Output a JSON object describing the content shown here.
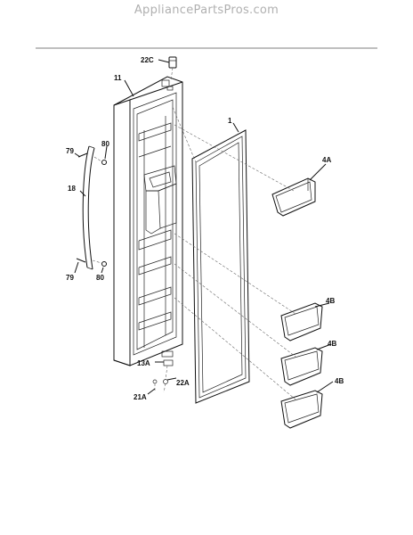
{
  "header": {
    "site_name": "AppliancePartsPros.com"
  },
  "callouts": {
    "c22C": "22C",
    "c11": "11",
    "c1": "1",
    "c80_top": "80",
    "c79_top": "79",
    "c18": "18",
    "c4A": "4A",
    "c79_bottom": "79",
    "c80_bottom": "80",
    "c4B_1": "4B",
    "c13A": "13A",
    "c4B_2": "4B",
    "c22A": "22A",
    "c4B_3": "4B",
    "c21A": "21A"
  }
}
